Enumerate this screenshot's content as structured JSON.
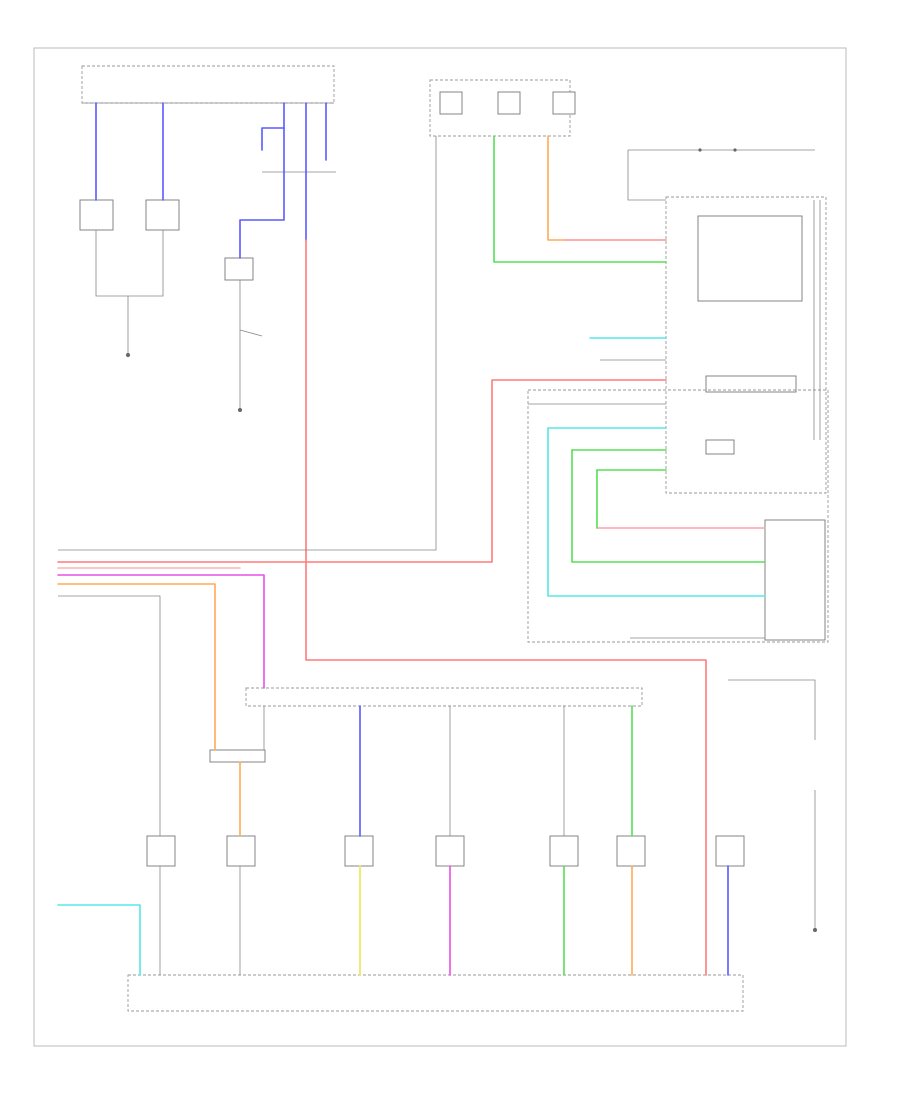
{
  "diagram": {
    "footer_id": "",
    "legend": [
      {
        "name": "legend-line-1",
        "text": ""
      },
      {
        "name": "legend-line-2",
        "text": ""
      },
      {
        "name": "legend-line-3",
        "text": ""
      },
      {
        "name": "legend-line-4",
        "text": ""
      },
      {
        "name": "legend-line-5",
        "text": ""
      }
    ],
    "wire_colors": {
      "red": "#ff7a7a",
      "blue": "#5a5aff",
      "green": "#55e055",
      "orange": "#ffaa55",
      "cyan": "#55e0e8",
      "magenta": "#e850e8",
      "yellow": "#e8e855",
      "pink": "#ff9fb0",
      "gray": "#a0a0a0"
    }
  }
}
